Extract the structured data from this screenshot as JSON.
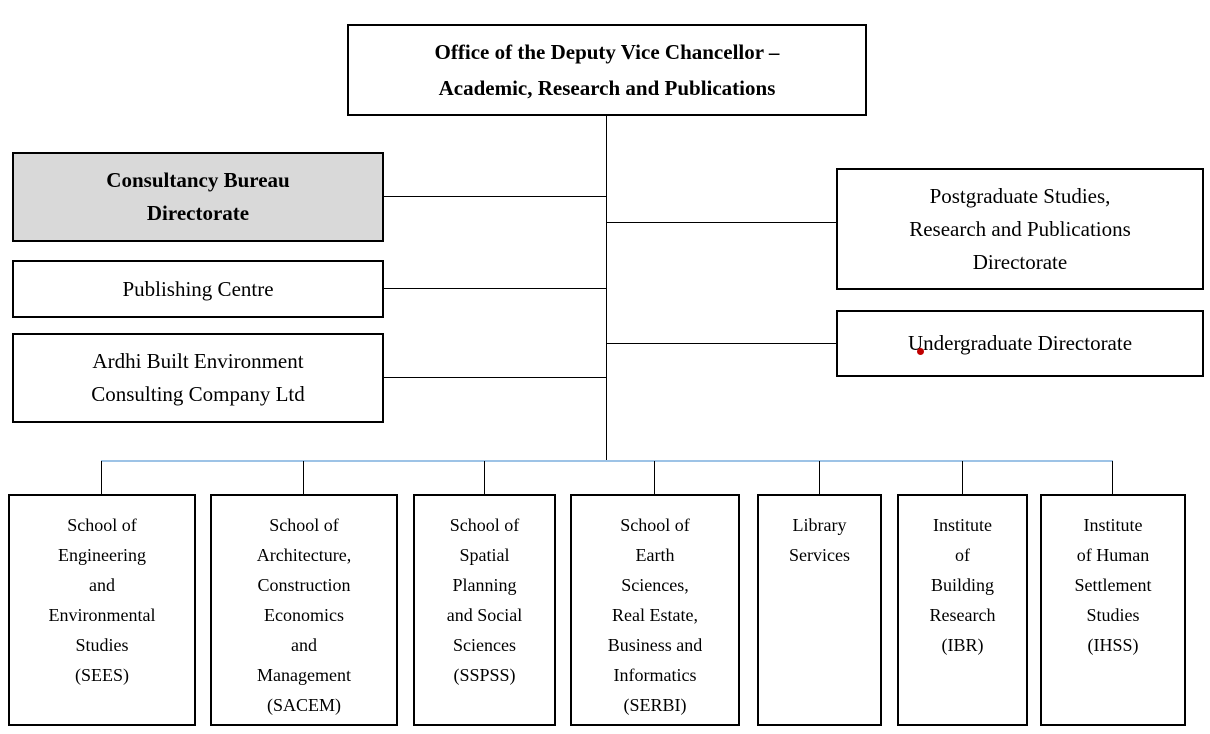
{
  "chart": {
    "type": "org-chart",
    "root": {
      "id": "dvc-office",
      "label": "Office of the Deputy Vice Chancellor –\nAcademic, Research and Publications"
    },
    "left_branch": [
      {
        "id": "consultancy-bureau",
        "label": "Consultancy Bureau\nDirectorate",
        "highlighted": true
      },
      {
        "id": "publishing-centre",
        "label": "Publishing Centre",
        "highlighted": false
      },
      {
        "id": "ardhi-consulting",
        "label": "Ardhi Built Environment\nConsulting Company Ltd",
        "highlighted": false
      }
    ],
    "right_branch": [
      {
        "id": "postgraduate-directorate",
        "label": "Postgraduate Studies,\nResearch and Publications\nDirectorate",
        "highlighted": false
      },
      {
        "id": "undergraduate-directorate",
        "label": "Undergraduate Directorate",
        "highlighted": false
      }
    ],
    "bottom_units": [
      {
        "id": "sees",
        "label": "School of\nEngineering\nand\nEnvironmental\nStudies\n(SEES)"
      },
      {
        "id": "sacem",
        "label": "School of\nArchitecture,\nConstruction\nEconomics\nand\nManagement\n(SACEM)"
      },
      {
        "id": "sspss",
        "label": "School of\nSpatial\nPlanning\nand Social\nSciences\n(SSPSS)"
      },
      {
        "id": "serbi",
        "label": "School of\nEarth\nSciences,\nReal Estate,\nBusiness and\nInformatics\n(SERBI)"
      },
      {
        "id": "library",
        "label": "Library\nServices"
      },
      {
        "id": "ibr",
        "label": "Institute\nof\nBuilding\nResearch\n(IBR)"
      },
      {
        "id": "ihss",
        "label": "Institute\nof Human\nSettlement\nStudies\n(IHSS)"
      }
    ],
    "colors": {
      "box_border": "#000000",
      "highlight_fill": "#d9d9d9",
      "connector": "#000000",
      "bottom_rail": "#9dc3e6",
      "marker_dot": "#c00000"
    }
  }
}
